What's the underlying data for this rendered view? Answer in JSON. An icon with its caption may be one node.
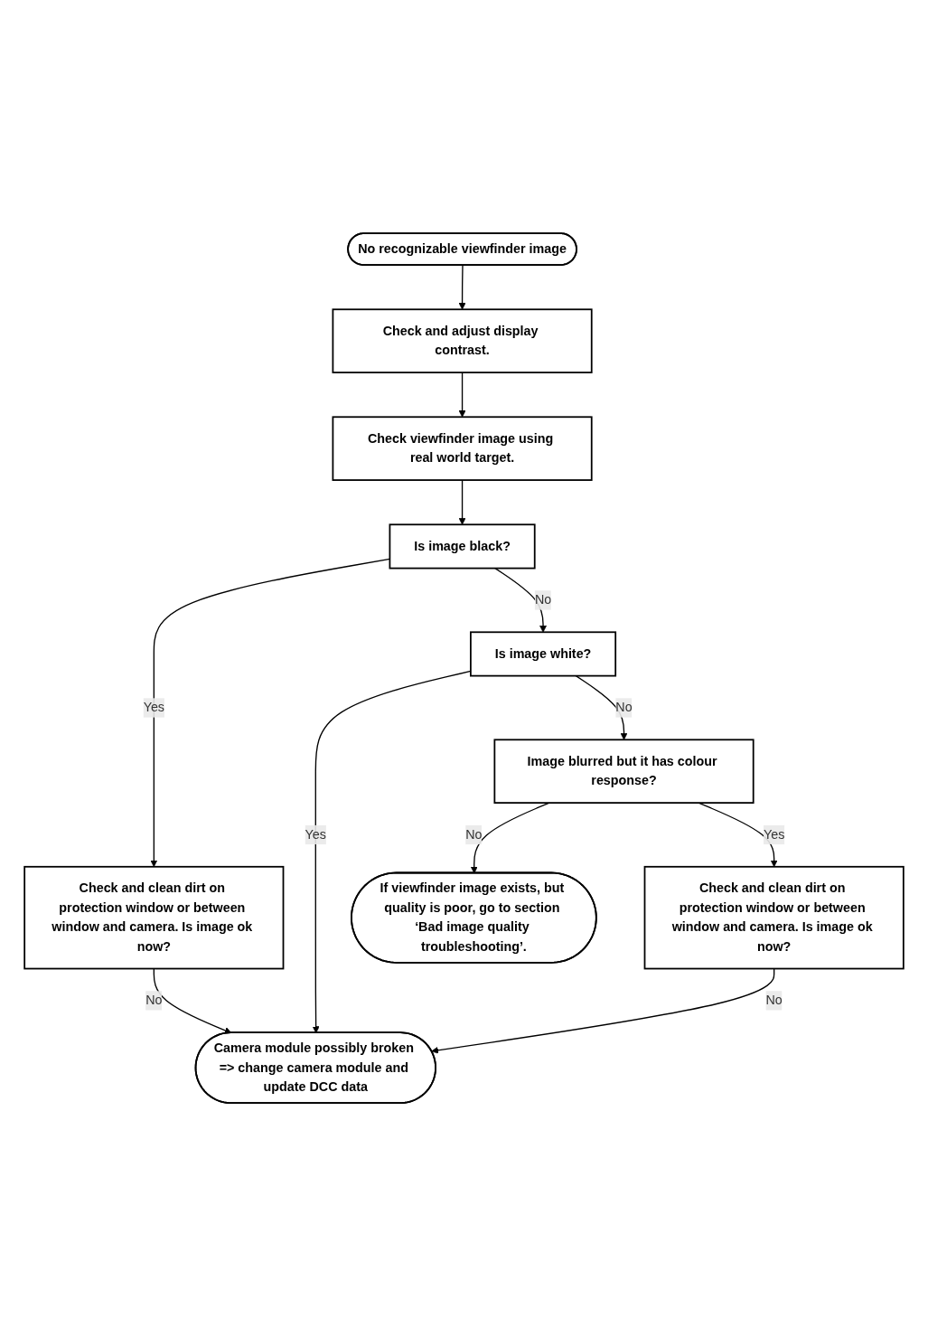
{
  "diagram": {
    "nodes": [
      {
        "text": [
          "No recognizable viewfinder image"
        ]
      },
      {
        "text": [
          "Check and adjust display contrast."
        ]
      },
      {
        "text": [
          "Check viewfinder image using real world target."
        ]
      },
      {
        "text": [
          "Is image black?"
        ]
      },
      {
        "text": [
          "Check and clean dirt on protection window or between window and camera. Is image ok now?"
        ]
      },
      {
        "text": [
          "Camera module possibly broken => change camera module and update DCC data"
        ]
      },
      {
        "text": [
          "Is image white?"
        ]
      },
      {
        "text": [
          "Image blurred but it has colour response?"
        ]
      },
      {
        "text": [
          "Check and clean dirt on protection window or between window and camera. Is image ok now?"
        ]
      },
      {
        "text": [
          "If viewfinder image exists, but quality is poor, go to section ‘Bad image quality troubleshooting’."
        ]
      }
    ],
    "edges": [
      {
        "from": 0,
        "to": 1,
        "arrow": "to"
      },
      {
        "from": 1,
        "to": 2,
        "arrow": "to"
      },
      {
        "from": 2,
        "to": 3,
        "arrow": "to"
      },
      {
        "from": 3,
        "to": 4,
        "arrow": "to",
        "label": "Yes"
      },
      {
        "from": 4,
        "to": 5,
        "arrow": "to",
        "label": "No"
      },
      {
        "from": 3,
        "to": 6,
        "arrow": "to",
        "label": "No"
      },
      {
        "from": 6,
        "to": 5,
        "arrow": "to",
        "label": "Yes"
      },
      {
        "from": 6,
        "to": 7,
        "arrow": "to",
        "label": "No"
      },
      {
        "from": 7,
        "to": 8,
        "arrow": "to",
        "label": "Yes"
      },
      {
        "from": 8,
        "to": 5,
        "arrow": "to",
        "label": "No"
      },
      {
        "from": 7,
        "to": 9,
        "arrow": "to",
        "label": "No"
      }
    ]
  }
}
